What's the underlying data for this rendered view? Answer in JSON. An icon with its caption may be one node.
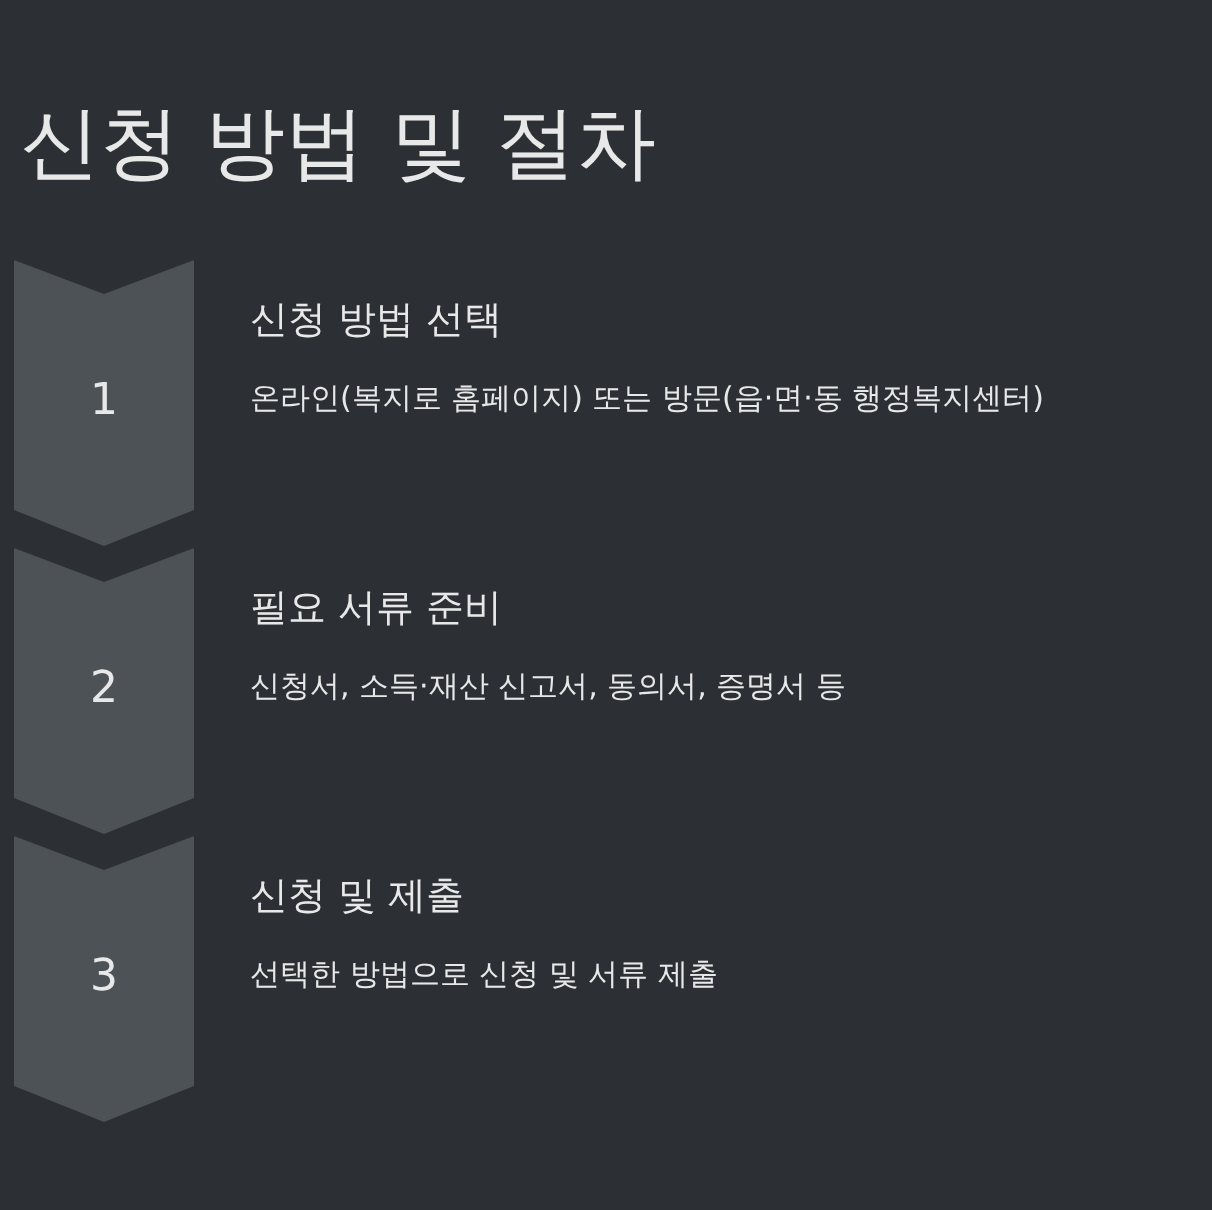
{
  "diagram": {
    "title": "신청 방법 및 절차",
    "nodes": [
      {
        "text": [
          "1",
          "신청 방법 선택",
          "온라인(복지로 홈페이지) 또는 방문(읍·면·동 행정복지센터)"
        ]
      },
      {
        "text": [
          "2",
          "필요 서류 준비",
          "신청서, 소득·재산 신고서, 동의서, 증명서 등"
        ]
      },
      {
        "text": [
          "3",
          "신청 및 제출",
          "선택한 방법으로 신청 및 서류 제출"
        ]
      }
    ]
  }
}
